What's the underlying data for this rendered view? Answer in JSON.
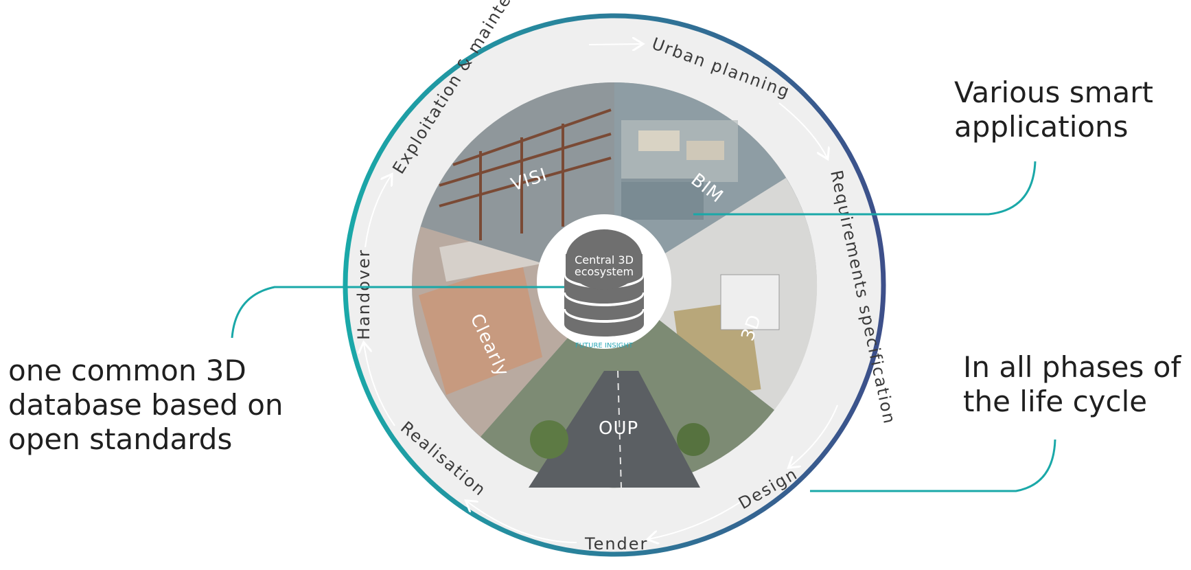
{
  "center": {
    "title_line1": "Central 3D",
    "title_line2": "ecosystem",
    "brand": "FUTURE INSIGHT"
  },
  "applications": [
    "VISI",
    "BIM",
    "3D",
    "OUP",
    "Clearly"
  ],
  "phases": [
    "Urban planning",
    "Requirements specification",
    "Design",
    "Tender",
    "Realisation",
    "Handover",
    "Exploitation & maintenance"
  ],
  "callouts": {
    "apps": "Various smart applications",
    "lifecycle": "In all phases of the life cycle",
    "database": "one common 3D database based on open standards"
  },
  "colors": {
    "ring_start": "#1aa8a8",
    "ring_end": "#3d4f8a",
    "ring_fill": "#efefef",
    "connector": "#1aa8a8"
  }
}
